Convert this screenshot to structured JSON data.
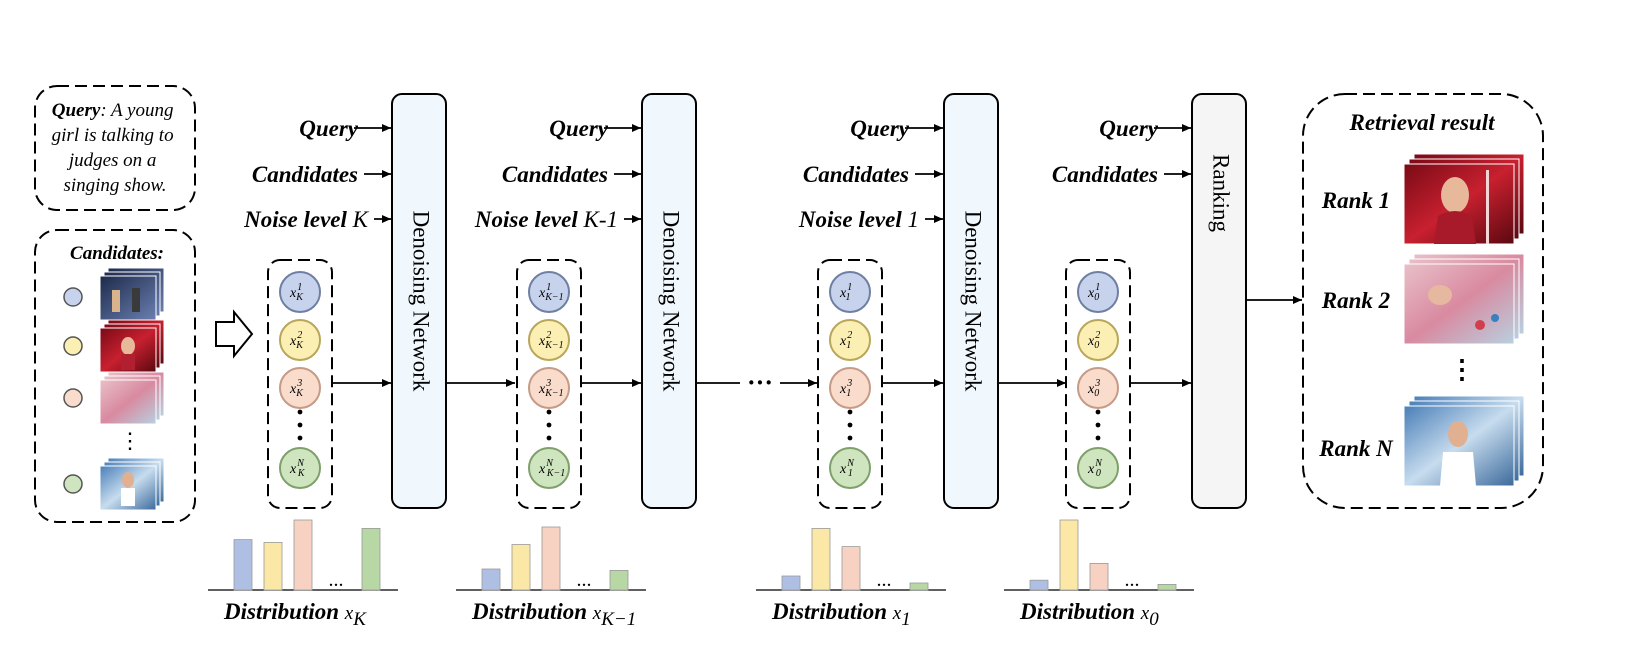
{
  "query_box": {
    "label": "Query",
    "lines": [
      ": A young",
      "girl is talking to",
      "judges on a",
      "singing show."
    ]
  },
  "candidates_box": {
    "title": "Candidates:",
    "ellipsis": "⋮"
  },
  "stages": [
    {
      "query_label": "Query",
      "candidates_label": "Candidates",
      "noise_label": "Noise level",
      "noise_value": "K",
      "network_label": "Denoising Network",
      "nodes": [
        [
          "x",
          "K",
          "1"
        ],
        [
          "x",
          "K",
          "2"
        ],
        [
          "x",
          "K",
          "3"
        ],
        [
          "x",
          "K",
          "N"
        ]
      ],
      "dist_label": "Distribution",
      "dist_var": "x",
      "dist_sub": "K"
    },
    {
      "query_label": "Query",
      "candidates_label": "Candidates",
      "noise_label": "Noise level",
      "noise_value": "K-1",
      "network_label": "Denoising Network",
      "nodes": [
        [
          "x",
          "K−1",
          "1"
        ],
        [
          "x",
          "K−1",
          "2"
        ],
        [
          "x",
          "K−1",
          "3"
        ],
        [
          "x",
          "K−1",
          "N"
        ]
      ],
      "dist_label": "Distribution",
      "dist_var": "x",
      "dist_sub": "K−1"
    },
    {
      "query_label": "Query",
      "candidates_label": "Candidates",
      "noise_label": "Noise level",
      "noise_value": "1",
      "network_label": "Denoising Network",
      "nodes": [
        [
          "x",
          "1",
          "1"
        ],
        [
          "x",
          "1",
          "2"
        ],
        [
          "x",
          "1",
          "3"
        ],
        [
          "x",
          "1",
          "N"
        ]
      ],
      "dist_label": "Distribution",
      "dist_var": "x",
      "dist_sub": "1"
    },
    {
      "query_label": "Query",
      "candidates_label": "Candidates",
      "noise_label": "",
      "noise_value": "",
      "network_label": "Ranking",
      "nodes": [
        [
          "x",
          "0",
          "1"
        ],
        [
          "x",
          "0",
          "2"
        ],
        [
          "x",
          "0",
          "3"
        ],
        [
          "x",
          "0",
          "N"
        ]
      ],
      "dist_label": "Distribution",
      "dist_var": "x",
      "dist_sub": "0"
    }
  ],
  "between_ellipsis": "···",
  "result": {
    "title": "Retrieval result",
    "ranks": [
      "Rank 1",
      "Rank 2",
      "Rank N"
    ],
    "ellipsis": "⋮"
  },
  "distributions": [
    {
      "values": [
        0.72,
        0.68,
        1.0,
        0.88
      ],
      "ellipsis": "..."
    },
    {
      "values": [
        0.3,
        0.65,
        0.9,
        0.28
      ],
      "ellipsis": "..."
    },
    {
      "values": [
        0.2,
        0.88,
        0.62,
        0.1
      ],
      "ellipsis": "..."
    },
    {
      "values": [
        0.14,
        1.0,
        0.38,
        0.08
      ],
      "ellipsis": "..."
    }
  ],
  "colors": {
    "node": [
      "#c7d3ec",
      "#fbefb3",
      "#f9dccb",
      "#cfe5c0"
    ],
    "node_stroke": [
      "#6f7fa3",
      "#b9a65a",
      "#c59a86",
      "#7fa06a"
    ],
    "bar": [
      "#aebfe3",
      "#fbe7a6",
      "#f7d2c2",
      "#b7d7a5"
    ],
    "network_fill": "#f1f8fd",
    "ranking_fill": "#f5f5f5"
  }
}
